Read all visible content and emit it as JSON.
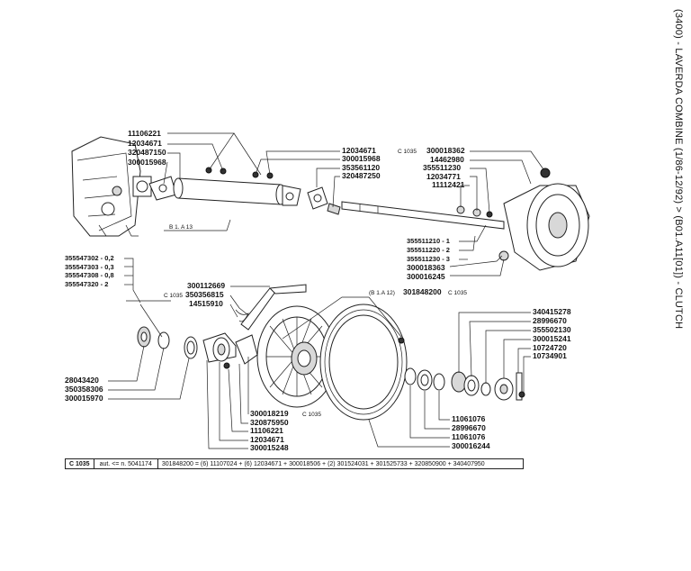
{
  "title": "(3400) - LAVERDA COMBINE (1/86-12/92) > (B01.A11[01]) - CLUTCH",
  "labels": {
    "grp1": [
      "11106221",
      "12034671",
      "320487150",
      "300015968"
    ],
    "grp2": [
      "12034671",
      "300015968",
      "353561120",
      "320487250"
    ],
    "grp3_prefix": "C 1035",
    "grp3": [
      "300018362",
      "14462980",
      "355511230",
      "12034771",
      "11112421"
    ],
    "grp4": [
      "355511210 - 1",
      "355511220 - 2",
      "355511230 - 3",
      "300018363",
      "300016245"
    ],
    "grp5": [
      "355547302 - 0,2",
      "355547303 - 0,3",
      "355547308 - 0,8",
      "355547320 - 2"
    ],
    "grp6_prefix": "C 1035",
    "grp6": [
      "300112669",
      "350356815",
      "14515910"
    ],
    "grp7": [
      "28043420",
      "350358306",
      "300015970"
    ],
    "grp8": [
      "300018219",
      "320875950",
      "11106221",
      "12034671",
      "300015248"
    ],
    "grp8_suffix": "C 1035",
    "grp9_ref": "(B 1.A 12)",
    "grp9": "301848200",
    "grp9_suffix": "C 1035",
    "grp10": [
      "340415278",
      "28996670",
      "355502130",
      "300015241",
      "10724720",
      "10734901"
    ],
    "grp11": [
      "11061076",
      "28996670",
      "11061076",
      "300016244"
    ],
    "engine_ref": "B 1. A 13"
  },
  "footer": {
    "code": "C 1035",
    "aut": "aut. <= n. 5041174",
    "parts": "301848200 = (6) 11107024 + (6) 12034671 + 300018506 + (2) 301524031 + 301525733 + 320850900 + 340407950"
  }
}
